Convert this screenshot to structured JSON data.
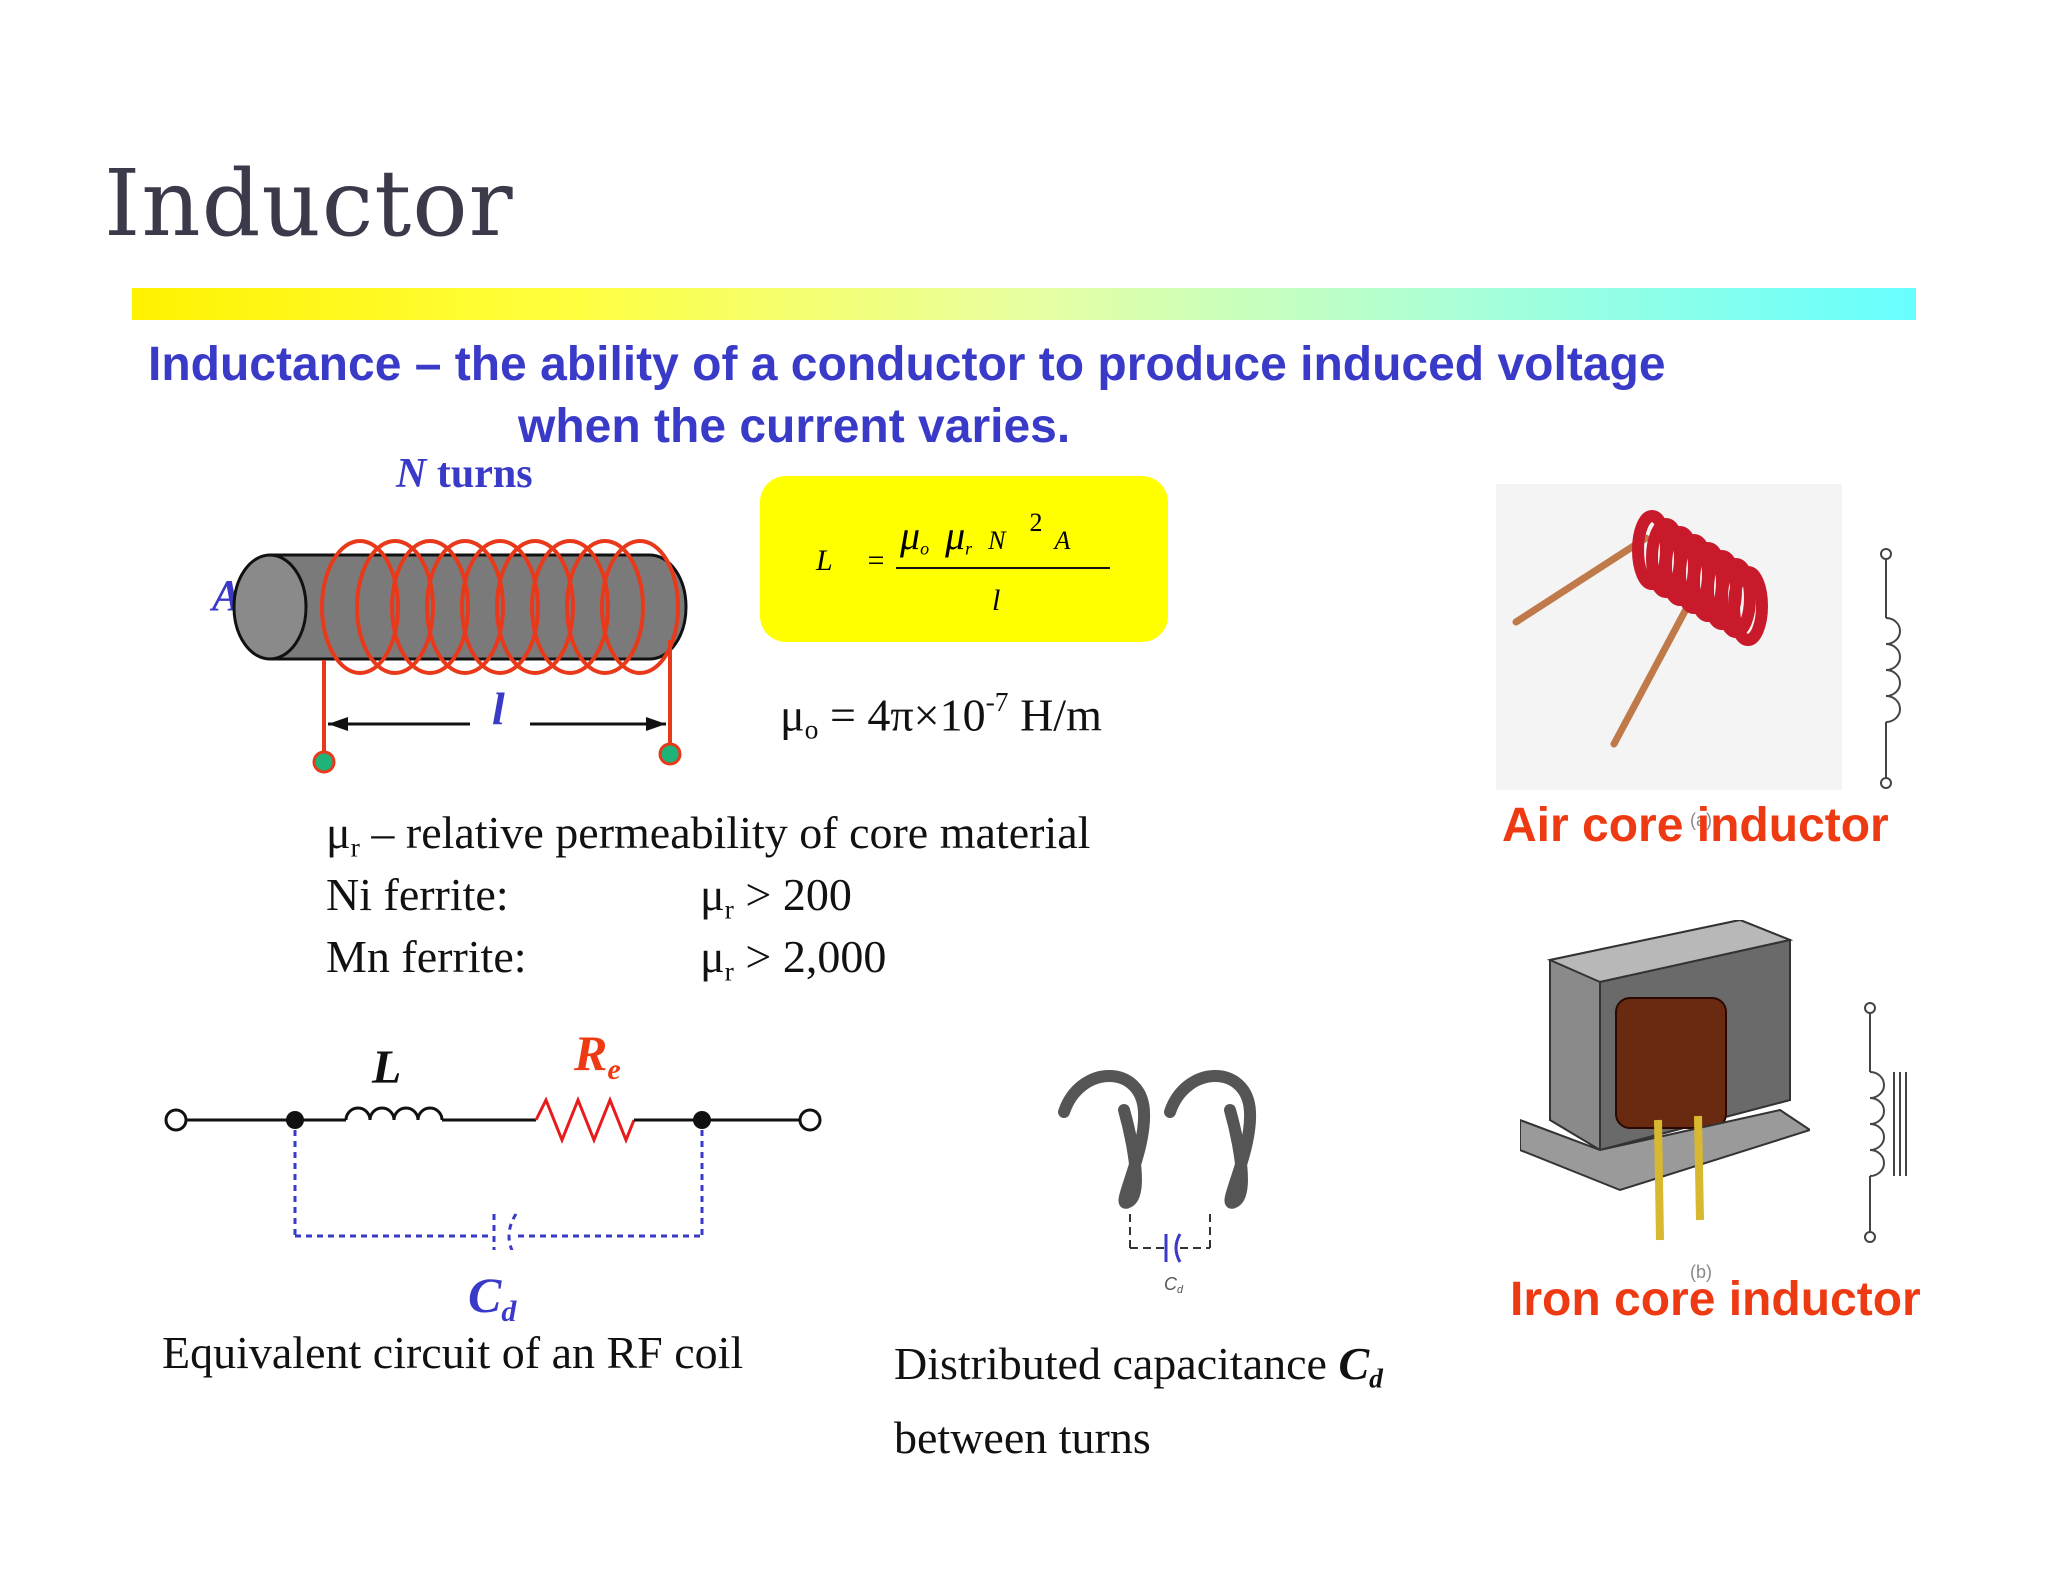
{
  "slide": {
    "title": "Inductor",
    "definition_line1": "Inductance – the ability of a conductor to produce induced voltage",
    "definition_line2": "when the current varies."
  },
  "solenoid": {
    "turns_label_italic": "N",
    "turns_label_rest": " turns",
    "area_label": "A",
    "length_label": "l"
  },
  "formula": {
    "lhs": "L",
    "equals": "=",
    "numerator_mu_o": "μ",
    "numerator_o_sub": "o",
    "numerator_mu_r": "μ",
    "numerator_r_sub": "r",
    "numerator_N": "N",
    "numerator_exp": "2",
    "numerator_A": "A",
    "denominator": "l",
    "box_color": "#ffff00"
  },
  "constant": {
    "mu": "μ",
    "sub": "o",
    "value": " = 4π×10",
    "exp": "-7",
    "unit": " H/m"
  },
  "permeability": {
    "line1_mu": "μ",
    "line1_sub": "r",
    "line1_rest": " – relative permeability of core material",
    "ni_label": "Ni ferrite:",
    "ni_mu": "μ",
    "ni_sub": "r",
    "ni_value": " > 200",
    "mn_label": "Mn ferrite:",
    "mn_mu": "μ",
    "mn_sub": "r",
    "mn_value": " > 2,000"
  },
  "circuit": {
    "L_label": "L",
    "Re_main": "R",
    "Re_sub": "e",
    "Cd_main": "C",
    "Cd_sub": "d",
    "caption": "Equivalent circuit of an RF coil"
  },
  "distributed": {
    "cd_small": "C",
    "cd_small_sub": "d",
    "caption_line1": "Distributed capacitance ",
    "caption_cd": "C",
    "caption_cd_sub": "d",
    "caption_line2": "between turns"
  },
  "photos": {
    "air_label": "Air core inductor",
    "air_tag": "(a)",
    "iron_label": "Iron core inductor",
    "iron_tag": "(b)"
  },
  "colors": {
    "blue": "#3a3ac8",
    "orange": "#ee3a12",
    "coil_red": "#e83a1a",
    "heading_blue": "#3a3ac8"
  }
}
